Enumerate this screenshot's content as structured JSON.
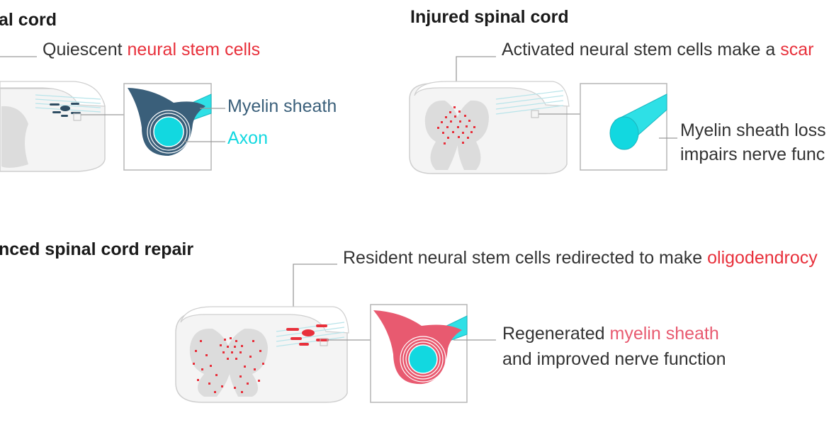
{
  "panels": {
    "healthy": {
      "title": "al cord",
      "label_prefix": "Quiescent ",
      "label_highlight": "neural stem cells",
      "myelin_label": "Myelin sheath",
      "axon_label": "Axon"
    },
    "injured": {
      "title": "Injured spinal cord",
      "label_prefix": "Activated neural stem cells make a ",
      "label_highlight": "scar",
      "loss_line1": "Myelin sheath loss",
      "loss_line2": "impairs nerve func"
    },
    "repair": {
      "title": "nced spinal cord repair",
      "label_prefix": "Resident neural stem cells redirected to make ",
      "label_highlight": "oligodendrocy",
      "regen_highlight": "myelin sheath",
      "regen_prefix": "Regenerated ",
      "regen_line2": "and improved nerve function"
    }
  },
  "colors": {
    "highlight_red": "#e8303b",
    "myelin_pink": "#e85a70",
    "myelin_navy": "#3a5f7a",
    "axon_cyan": "#12d8e0",
    "gray_matter": "#dcdcdc"
  }
}
